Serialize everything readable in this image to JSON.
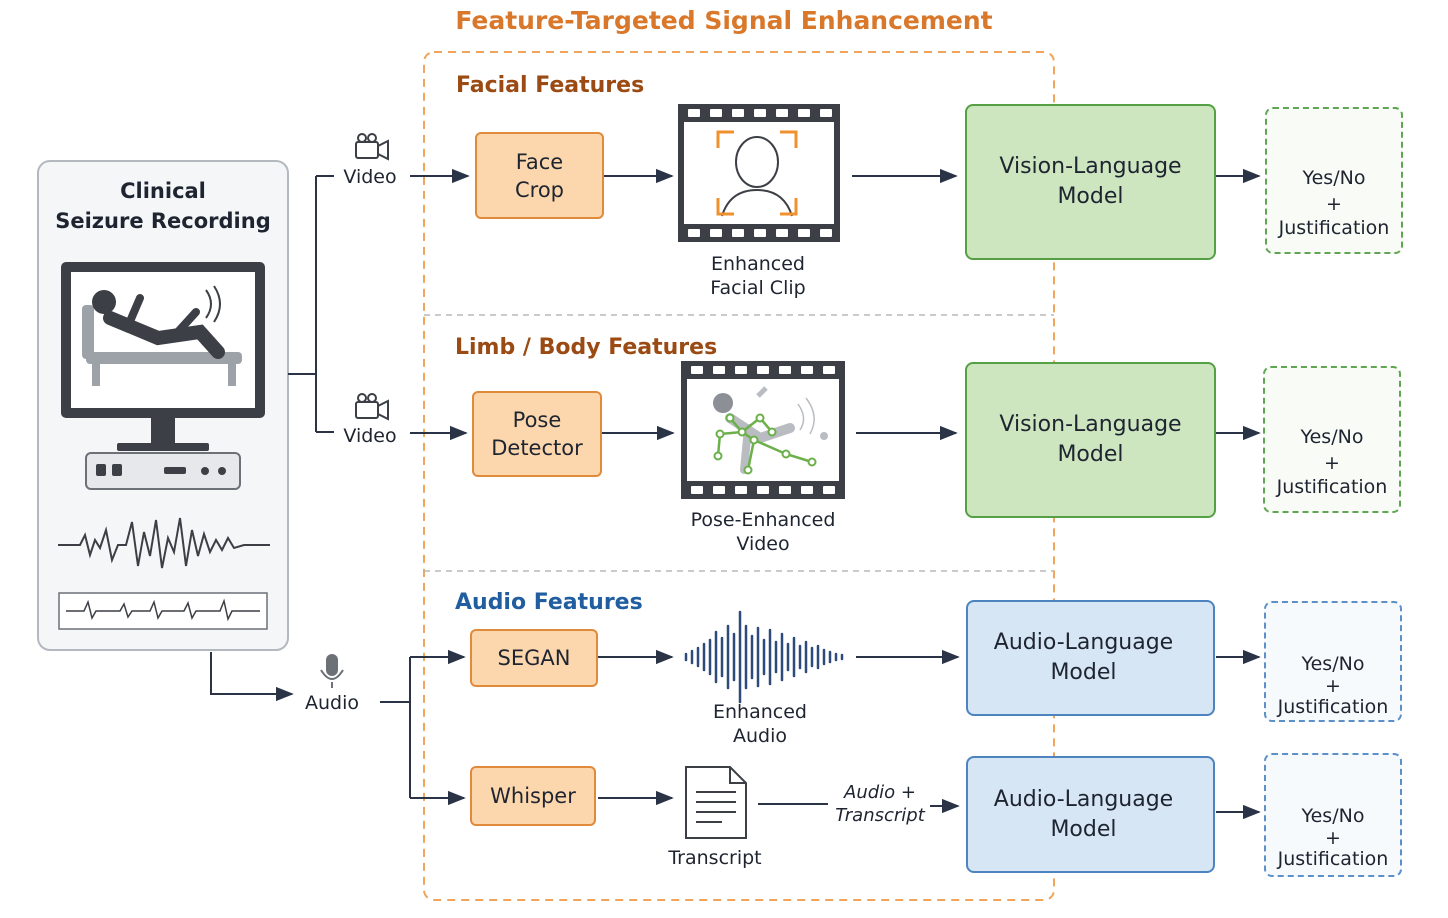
{
  "title": "Feature-Targeted Signal Enhancement",
  "source": {
    "title_line1": "Clinical",
    "title_line2": "Seizure Recording"
  },
  "inputs": {
    "video_top": "Video",
    "video_mid": "Video",
    "audio": "Audio"
  },
  "sections": {
    "facial": "Facial Features",
    "limb": "Limb / Body Features",
    "audio": "Audio Features"
  },
  "processors": {
    "face_crop_line1": "Face",
    "face_crop_line2": "Crop",
    "pose_line1": "Pose",
    "pose_line2": "Detector",
    "segan": "SEGAN",
    "whisper": "Whisper"
  },
  "artifacts": {
    "facial_line1": "Enhanced",
    "facial_line2": "Facial Clip",
    "pose_line1": "Pose-Enhanced",
    "pose_line2": "Video",
    "audio_line1": "Enhanced",
    "audio_line2": "Audio",
    "transcript": "Transcript",
    "combo_line1": "Audio +",
    "combo_line2": "Transcript"
  },
  "models": {
    "vlm_line1": "Vision-Language",
    "vlm_line2": "Model",
    "alm_line1": "Audio-Language",
    "alm_line2": "Model"
  },
  "outputs": {
    "line1": "Yes/No",
    "line2": "+",
    "line3": "Justification"
  },
  "colors": {
    "accent_orange": "#d9782a",
    "process_fill": "#fcd7ad",
    "vision_fill": "#cde6bf",
    "audio_fill": "#d6e6f5",
    "arrow": "#2a3446"
  }
}
